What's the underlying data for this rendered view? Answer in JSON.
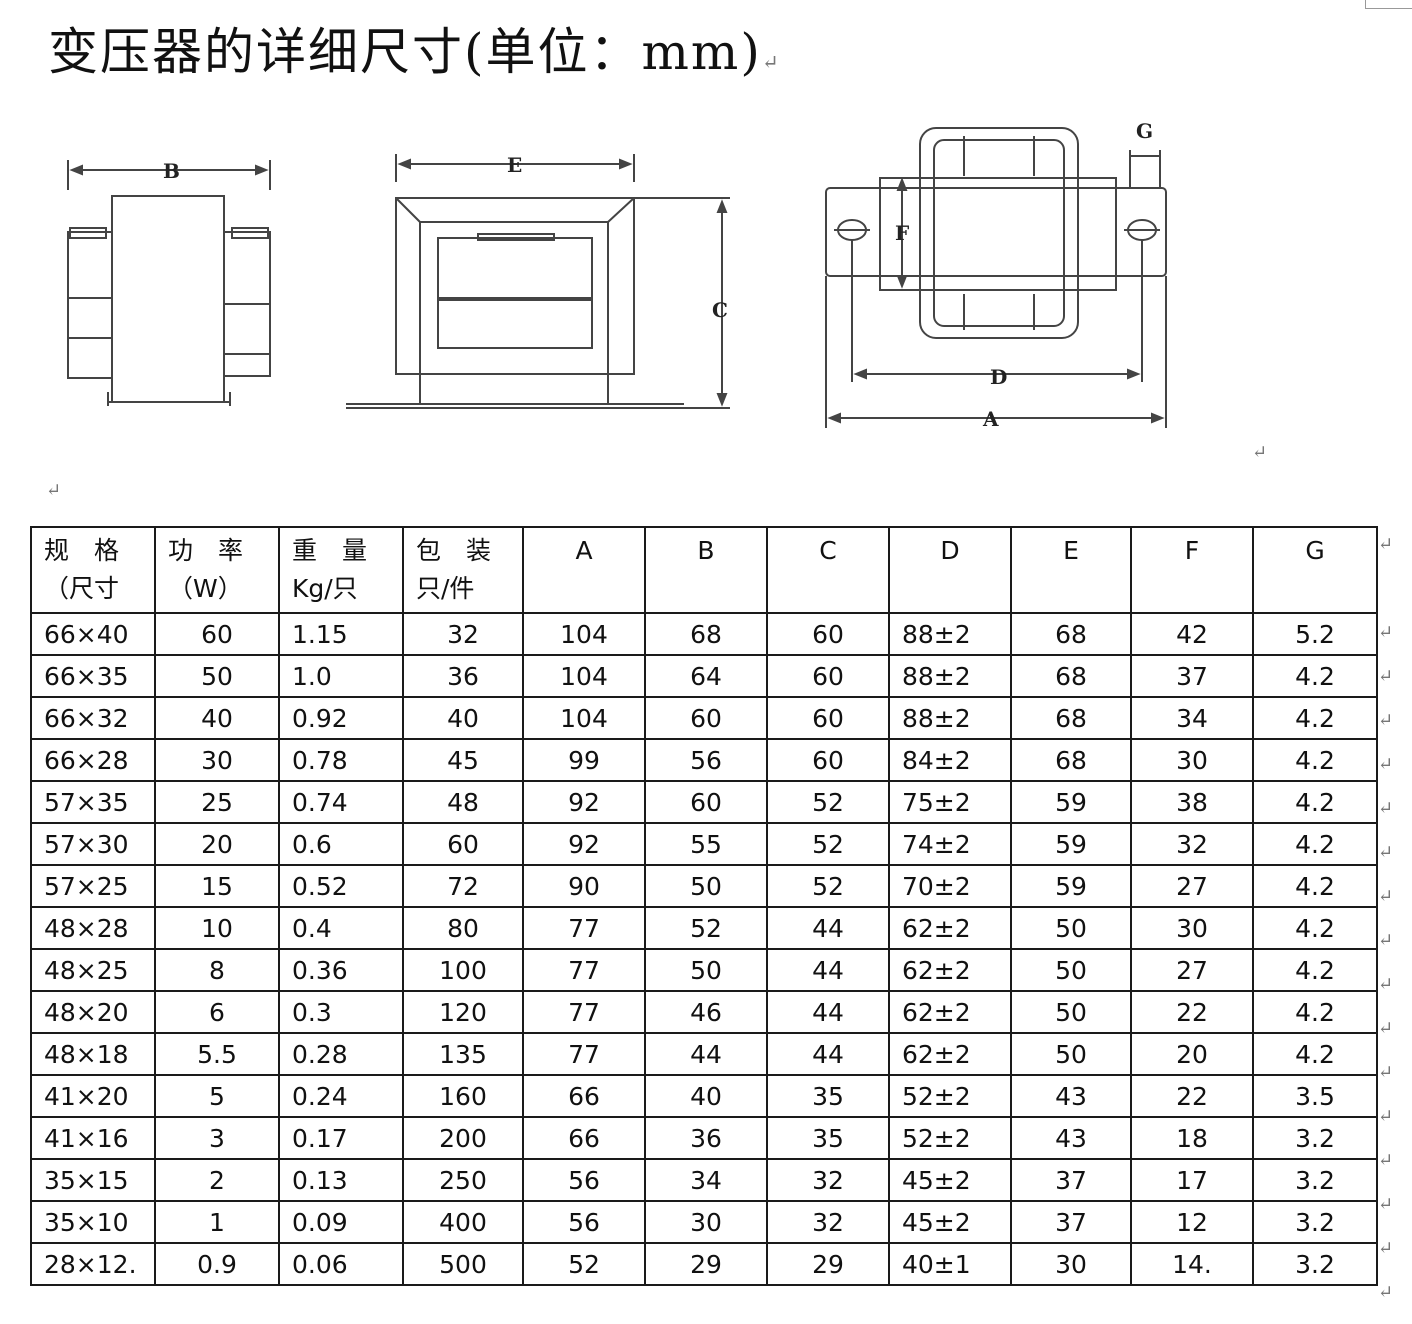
{
  "title": "变压器的详细尺寸(单位：mm)",
  "para_mark": "↵",
  "dimension_labels": {
    "B": "B",
    "E": "E",
    "C": "C",
    "G": "G",
    "F": "F",
    "D": "D",
    "A": "A"
  },
  "table": {
    "headers": [
      {
        "line1": "规　格",
        "line2": "（尺寸"
      },
      {
        "line1": "功　率",
        "line2": "（W）"
      },
      {
        "line1": "重　量",
        "line2": "Kg/只"
      },
      {
        "line1": "包　装",
        "line2": "只/件"
      },
      {
        "line1": "A",
        "line2": ""
      },
      {
        "line1": "B",
        "line2": ""
      },
      {
        "line1": "C",
        "line2": ""
      },
      {
        "line1": "D",
        "line2": ""
      },
      {
        "line1": "E",
        "line2": ""
      },
      {
        "line1": "F",
        "line2": ""
      },
      {
        "line1": "G",
        "line2": ""
      }
    ],
    "rows": [
      [
        "66×40",
        "60",
        "1.15",
        "32",
        "104",
        "68",
        "60",
        "88±2",
        "68",
        "42",
        "5.2"
      ],
      [
        "66×35",
        "50",
        "1.0",
        "36",
        "104",
        "64",
        "60",
        "88±2",
        "68",
        "37",
        "4.2"
      ],
      [
        "66×32",
        "40",
        "0.92",
        "40",
        "104",
        "60",
        "60",
        "88±2",
        "68",
        "34",
        "4.2"
      ],
      [
        "66×28",
        "30",
        "0.78",
        "45",
        "99",
        "56",
        "60",
        "84±2",
        "68",
        "30",
        "4.2"
      ],
      [
        "57×35",
        "25",
        "0.74",
        "48",
        "92",
        "60",
        "52",
        "75±2",
        "59",
        "38",
        "4.2"
      ],
      [
        "57×30",
        "20",
        "0.6",
        "60",
        "92",
        "55",
        "52",
        "74±2",
        "59",
        "32",
        "4.2"
      ],
      [
        "57×25",
        "15",
        "0.52",
        "72",
        "90",
        "50",
        "52",
        "70±2",
        "59",
        "27",
        "4.2"
      ],
      [
        "48×28",
        "10",
        "0.4",
        "80",
        "77",
        "52",
        "44",
        "62±2",
        "50",
        "30",
        "4.2"
      ],
      [
        "48×25",
        "8",
        "0.36",
        "100",
        "77",
        "50",
        "44",
        "62±2",
        "50",
        "27",
        "4.2"
      ],
      [
        "48×20",
        "6",
        "0.3",
        "120",
        "77",
        "46",
        "44",
        "62±2",
        "50",
        "22",
        "4.2"
      ],
      [
        "48×18",
        "5.5",
        "0.28",
        "135",
        "77",
        "44",
        "44",
        "62±2",
        "50",
        "20",
        "4.2"
      ],
      [
        "41×20",
        "5",
        "0.24",
        "160",
        "66",
        "40",
        "35",
        "52±2",
        "43",
        "22",
        "3.5"
      ],
      [
        "41×16",
        "3",
        "0.17",
        "200",
        "66",
        "36",
        "35",
        "52±2",
        "43",
        "18",
        "3.2"
      ],
      [
        "35×15",
        "2",
        "0.13",
        "250",
        "56",
        "34",
        "32",
        "45±2",
        "37",
        "17",
        "3.2"
      ],
      [
        "35×10",
        "1",
        "0.09",
        "400",
        "56",
        "30",
        "32",
        "45±2",
        "37",
        "12",
        "3.2"
      ],
      [
        "28×12.",
        "0.9",
        "0.06",
        "500",
        "52",
        "29",
        "29",
        "40±1",
        "30",
        "14.",
        "3.2"
      ]
    ]
  }
}
